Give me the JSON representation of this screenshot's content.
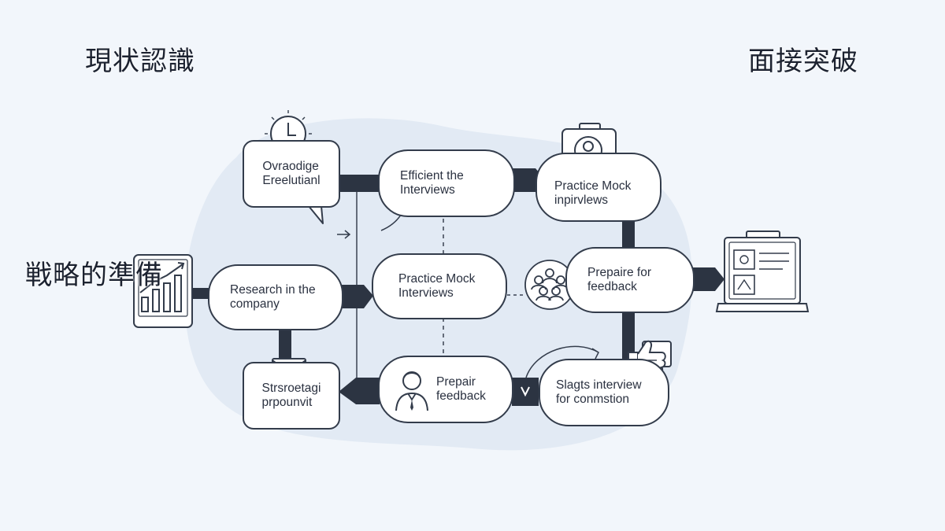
{
  "headings": {
    "top_left": "現状認識",
    "top_right": "面接突破",
    "mid_left": "戦略的準備"
  },
  "nodes": {
    "overview": "Ovraodige\nEreelutianl",
    "efficient": "Efficient the\nInterviews",
    "practice_top": "Practice Mock\ninpirvlews",
    "research": "Research in the\ncompany",
    "practice_mid": "Practice Mock\nInterviews",
    "prepare_feedback_right": "Prepaire for\nfeedback",
    "strategic": "Strsroetagi\nprpounvit",
    "prepare_feedback_bottom": "Prepair\nfeedback",
    "stages": "Slagts interview\nfor conmstion"
  },
  "colors": {
    "background": "#f2f6fb",
    "blob": "#e2eaf4",
    "stroke": "#333c4b",
    "connector": "#2c3442",
    "card": "#ffffff"
  },
  "icons": [
    "clock-icon",
    "portrait-icon",
    "bar-chart-icon",
    "group-icon",
    "laptop-checklist-icon",
    "envelope-icon",
    "person-icon",
    "thumbs-up-icon"
  ]
}
